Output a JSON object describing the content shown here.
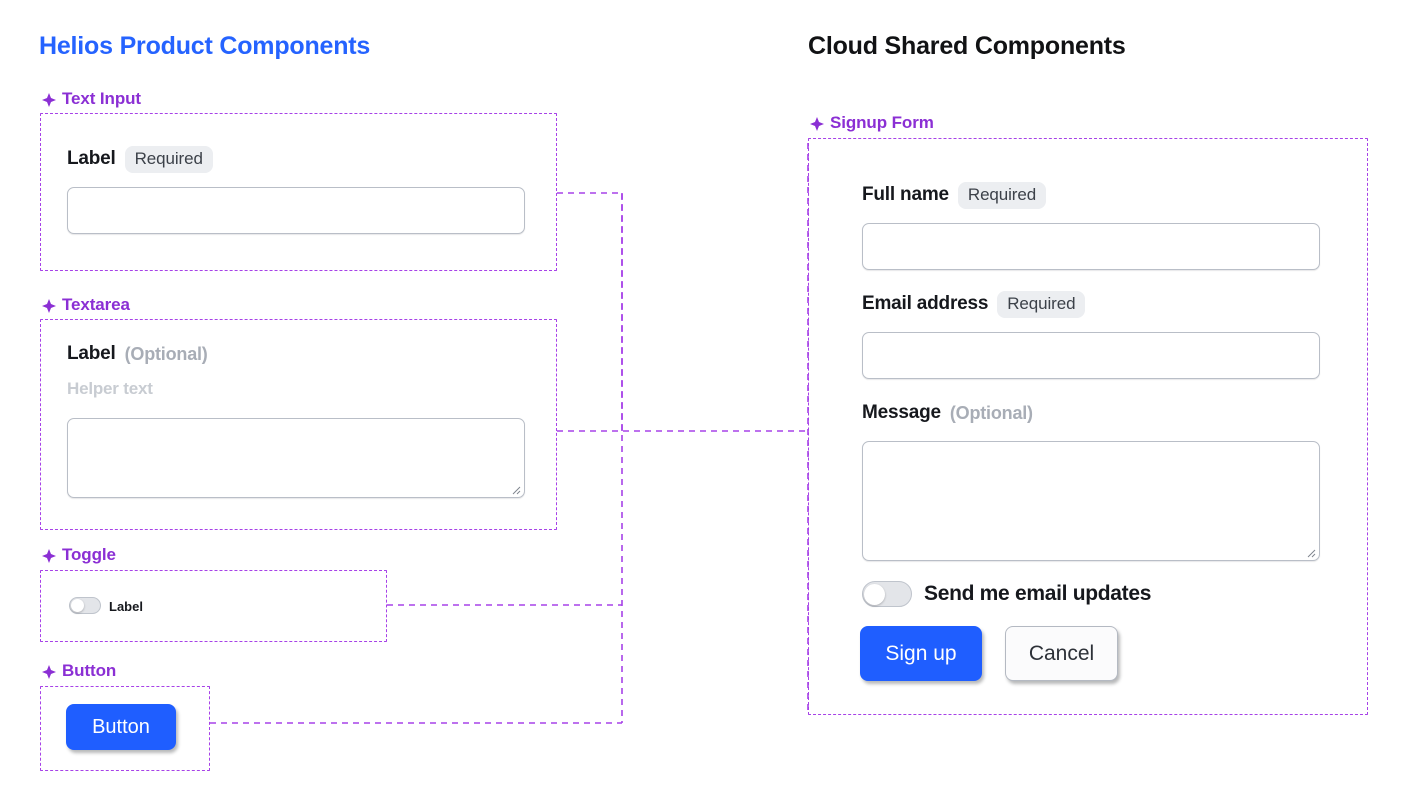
{
  "left_panel": {
    "title": "Helios Product Components",
    "title_color": "#2563ff",
    "groups": [
      {
        "name": "Text Input"
      },
      {
        "name": "Textarea"
      },
      {
        "name": "Toggle"
      },
      {
        "name": "Button"
      }
    ],
    "text_input": {
      "label": "Label",
      "badge": "Required",
      "value": "",
      "placeholder": ""
    },
    "textarea": {
      "label": "Label",
      "optional": "(Optional)",
      "helper": "Helper text",
      "value": "",
      "placeholder": ""
    },
    "toggle": {
      "label": "Label",
      "state": "off"
    },
    "button": {
      "label": "Button"
    }
  },
  "right_panel": {
    "title": "Cloud Shared Components",
    "title_color": "#111214",
    "group": {
      "name": "Signup Form"
    },
    "fields": [
      {
        "label": "Full name",
        "badge": "Required",
        "value": "",
        "placeholder": ""
      },
      {
        "label": "Email address",
        "badge": "Required",
        "value": "",
        "placeholder": ""
      },
      {
        "label": "Message",
        "optional": "(Optional)",
        "value": "",
        "placeholder": ""
      }
    ],
    "toggle": {
      "label": "Send me email updates",
      "state": "off"
    },
    "actions": {
      "primary": "Sign up",
      "secondary": "Cancel"
    }
  },
  "theme": {
    "accent_blue": "#1f5eff",
    "group_purple": "#8b2fd4",
    "frame_purple": "#a742e8",
    "badge_bg": "#eceef1",
    "input_border": "#b9bec7",
    "muted_text": "#a8adb6"
  },
  "icons": {
    "group": "diamond-icon",
    "resize": "resize-grip-icon"
  }
}
